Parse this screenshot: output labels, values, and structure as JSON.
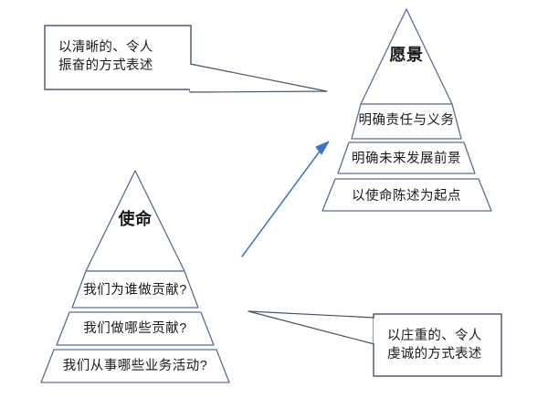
{
  "diagram": {
    "title_visible": false,
    "colors": {
      "stroke": "#5b6e96",
      "arrow": "#4472c4",
      "callout_border": "#44546a",
      "text": "#1a1a1a",
      "background": "#ffffff"
    },
    "pyramids": [
      {
        "id": "vision",
        "title": "愿景",
        "position": "right",
        "bands": [
          {
            "label": "明确责任与义务"
          },
          {
            "label": "明确未来发展前景"
          },
          {
            "label": "以使命陈述为起点"
          }
        ]
      },
      {
        "id": "mission",
        "title": "使命",
        "position": "left",
        "bands": [
          {
            "label": "我们为谁做贡献?"
          },
          {
            "label": "我们做哪些贡献?"
          },
          {
            "label": "我们从事哪些业务活动?"
          }
        ]
      }
    ],
    "callouts": [
      {
        "id": "vision-callout",
        "lines": [
          "以清晰的、令人",
          "振奋的方式表述"
        ],
        "points_to": "vision"
      },
      {
        "id": "mission-callout",
        "lines": [
          "以庄重的、令人",
          "虔诚的方式表述"
        ],
        "points_to": "mission"
      }
    ],
    "connector": {
      "id": "mission-to-vision-arrow",
      "from": "mission",
      "to": "vision",
      "direction": "up-right"
    }
  }
}
